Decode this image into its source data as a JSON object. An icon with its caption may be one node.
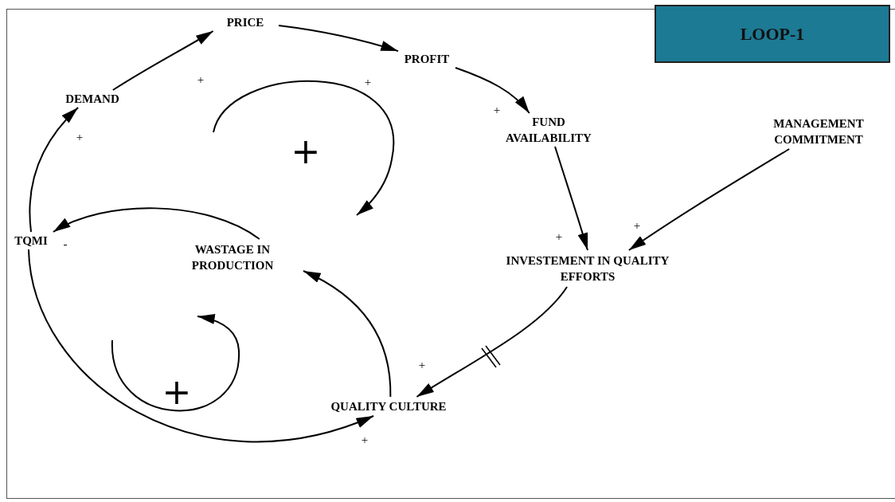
{
  "diagram": {
    "nodes": [
      {
        "text": [
          "PRICE"
        ]
      },
      {
        "text": [
          "LOOP-1"
        ]
      },
      {
        "text": [
          "PROFIT"
        ]
      },
      {
        "text": [
          "DEMAND"
        ]
      },
      {
        "text": [
          "FUND AVAILABILITY"
        ]
      },
      {
        "text": [
          "MANAGEMENT COMMITMENT"
        ]
      },
      {
        "text": [
          "TQMI"
        ]
      },
      {
        "text": [
          "WASTAGE IN PRODUCTION"
        ]
      },
      {
        "text": [
          "INVESTEMENT IN QUALITY EFFORTS"
        ]
      },
      {
        "text": [
          "QUALITY CULTURE"
        ]
      }
    ],
    "edges": [
      {
        "from": 3,
        "to": 0,
        "arrow": "to",
        "label": "+"
      },
      {
        "from": 0,
        "to": 2,
        "arrow": "to",
        "label": "+"
      },
      {
        "from": 2,
        "to": 4,
        "arrow": "to",
        "label": "+"
      },
      {
        "from": 4,
        "to": 8,
        "arrow": "to",
        "label": "+"
      },
      {
        "from": 5,
        "to": 8,
        "arrow": "to",
        "label": "+"
      },
      {
        "from": 8,
        "to": 9,
        "arrow": "to",
        "label": "+"
      },
      {
        "from": 9,
        "to": 7,
        "arrow": "to"
      },
      {
        "from": 7,
        "to": 6,
        "arrow": "to",
        "label": "-"
      },
      {
        "from": 6,
        "to": 3,
        "arrow": "to",
        "label": "+"
      },
      {
        "from": 6,
        "to": 9,
        "arrow": "to",
        "label": "+"
      }
    ],
    "labels": [
      "+",
      "+"
    ]
  }
}
